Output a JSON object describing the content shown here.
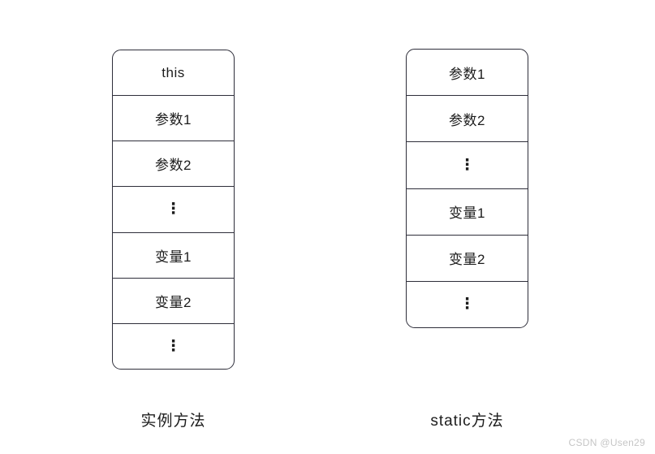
{
  "diagram": {
    "stacks": [
      {
        "caption": "实例方法",
        "cells": [
          "this",
          "参数1",
          "参数2",
          "⋮",
          "变量1",
          "变量2",
          "⋮"
        ]
      },
      {
        "caption": "static方法",
        "cells": [
          "参数1",
          "参数2",
          "⋮",
          "变量1",
          "变量2",
          "⋮"
        ]
      }
    ],
    "colors": {
      "border": "#2e2e3a",
      "text": "#1c1c1c",
      "watermark": "#c6c6c6",
      "background": "#ffffff"
    }
  },
  "watermark": "CSDN @Usen29"
}
